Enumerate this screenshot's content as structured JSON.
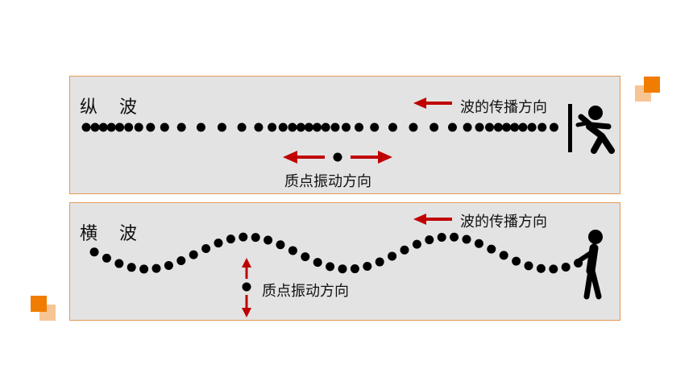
{
  "colors": {
    "panel_bg": "#e3e3e3",
    "panel_border": "#e39a55",
    "arrow": "#c00000",
    "dot": "#000000",
    "accent_dark": "#f07d00",
    "accent_light": "#f7c594"
  },
  "longitudinal": {
    "title": "纵  波",
    "propagation_label": "波的传播方向",
    "vibration_label": "质点振动方向",
    "icon": "pushing-person-icon"
  },
  "transverse": {
    "title": "横  波",
    "propagation_label": "波的传播方向",
    "vibration_label": "质点振动方向",
    "icon": "standing-person-icon"
  }
}
